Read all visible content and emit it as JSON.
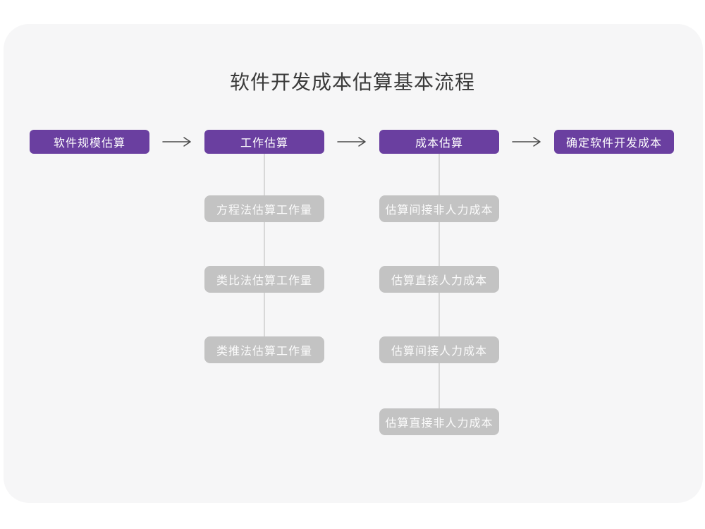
{
  "title": "软件开发成本估算基本流程",
  "colors": {
    "accent_purple": "#6a3fa0",
    "muted_node_gray": "#c3c3c3",
    "canvas_background": "#f6f6f7",
    "connector_line": "#d8d8d8",
    "arrow_stroke": "#4a4a4a",
    "title_text": "#3a3a3a"
  },
  "flow": {
    "main_steps": [
      {
        "label": "软件规模估算"
      },
      {
        "label": "工作估算"
      },
      {
        "label": "成本估算"
      },
      {
        "label": "确定软件开发成本"
      }
    ],
    "work_estimation_methods": [
      "方程法估算工作量",
      "类比法估算工作量",
      "类推法估算工作量"
    ],
    "cost_estimation_steps": [
      "估算间接非人力成本",
      "估算直接人力成本",
      "估算间接人力成本",
      "估算直接非人力成本"
    ]
  }
}
